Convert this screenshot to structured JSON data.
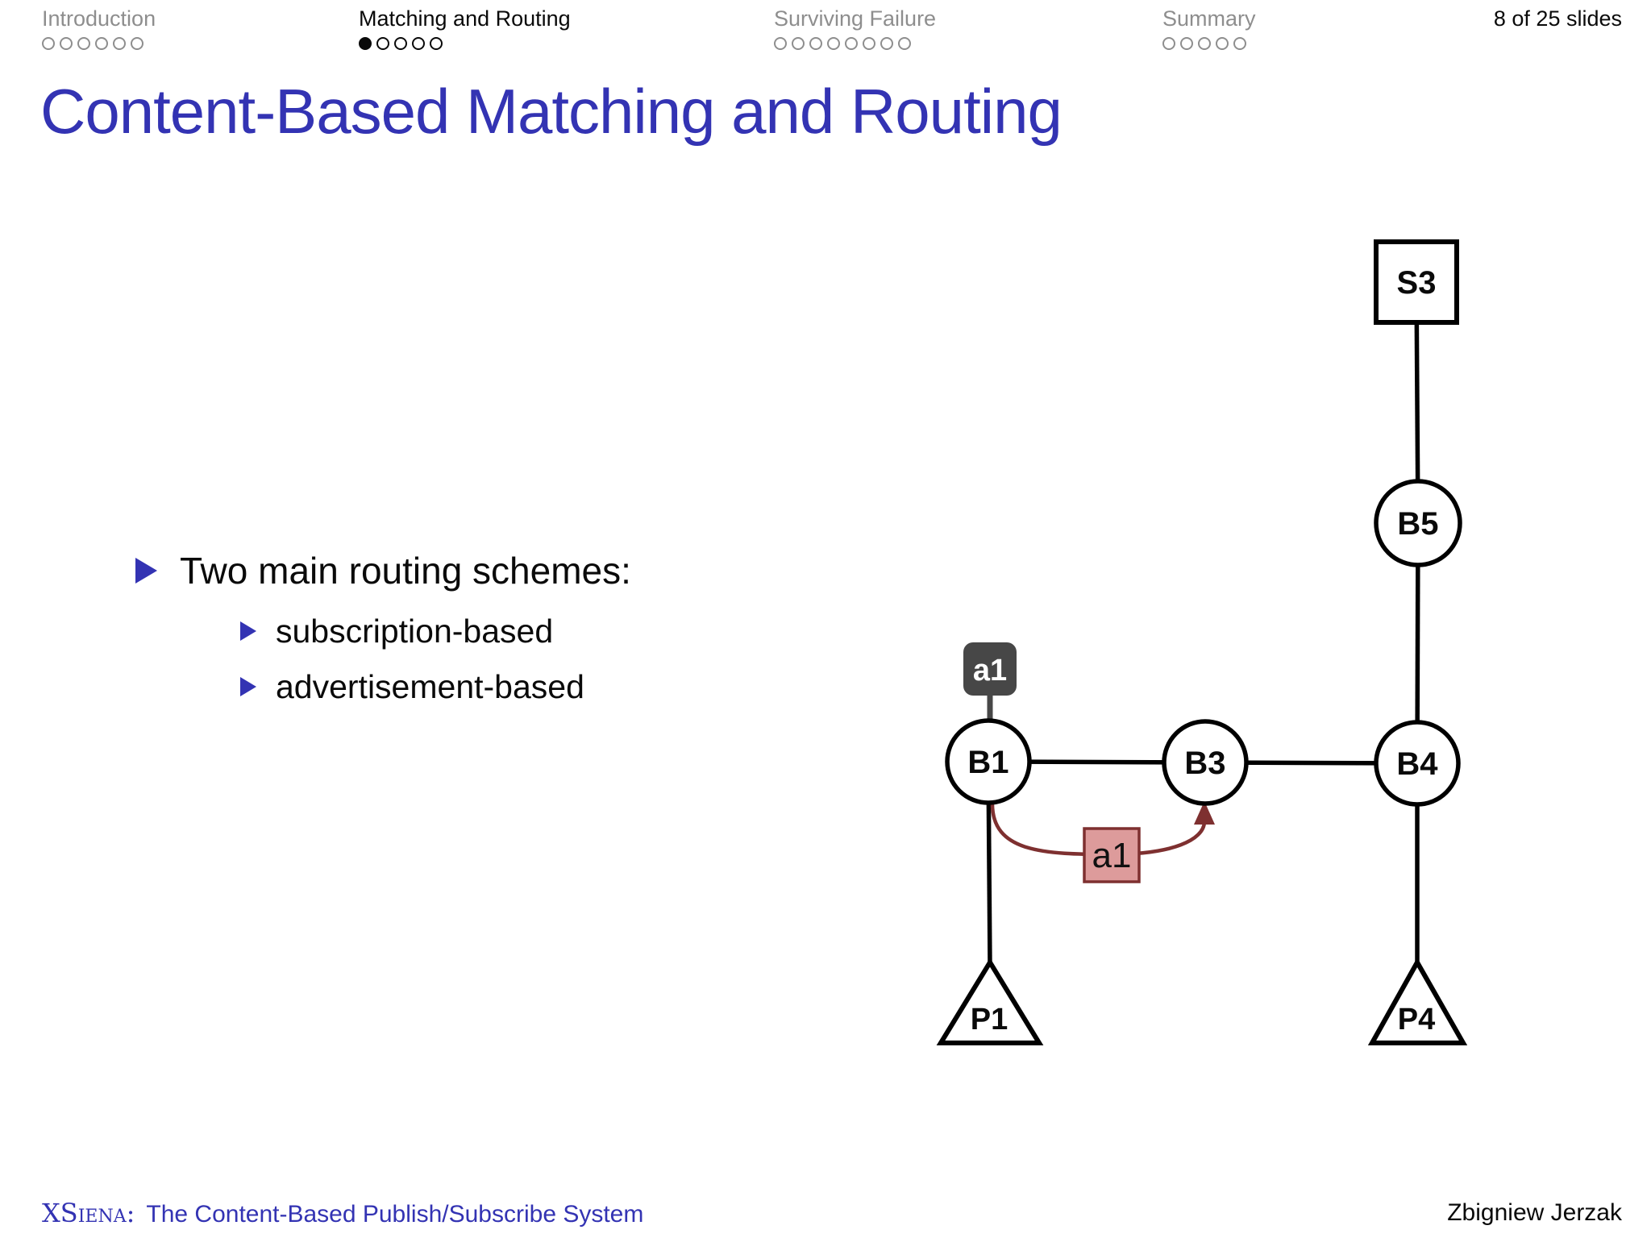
{
  "header": {
    "sections": [
      {
        "label": "Introduction",
        "dots_total": 6,
        "dots_filled": 0,
        "active": false
      },
      {
        "label": "Matching and Routing",
        "dots_total": 5,
        "dots_filled": 1,
        "active": true
      },
      {
        "label": "Surviving Failure",
        "dots_total": 8,
        "dots_filled": 0,
        "active": false
      },
      {
        "label": "Summary",
        "dots_total": 5,
        "dots_filled": 0,
        "active": false
      }
    ],
    "slide_counter": "8 of 25 slides"
  },
  "title": "Content-Based Matching and Routing",
  "bullets": {
    "main": "Two main routing schemes:",
    "sub": [
      "subscription-based",
      "advertisement-based"
    ]
  },
  "diagram": {
    "nodes": {
      "s3": {
        "label": "S3",
        "shape": "square",
        "role": "subscriber"
      },
      "b5": {
        "label": "B5",
        "shape": "circle",
        "role": "broker"
      },
      "b1": {
        "label": "B1",
        "shape": "circle",
        "role": "broker"
      },
      "b3": {
        "label": "B3",
        "shape": "circle",
        "role": "broker"
      },
      "b4": {
        "label": "B4",
        "shape": "circle",
        "role": "broker"
      },
      "p1": {
        "label": "P1",
        "shape": "triangle",
        "role": "publisher"
      },
      "p4": {
        "label": "P4",
        "shape": "triangle",
        "role": "publisher"
      },
      "a1_advertisement": {
        "label": "a1",
        "shape": "dark-rounded-square"
      },
      "a1_message": {
        "label": "a1",
        "shape": "pink-square"
      }
    },
    "edges": [
      [
        "S3",
        "B5"
      ],
      [
        "B5",
        "B4"
      ],
      [
        "B1",
        "B3"
      ],
      [
        "B3",
        "B4"
      ],
      [
        "B1",
        "P1"
      ],
      [
        "B4",
        "P4"
      ]
    ],
    "arrow": {
      "from": "B1",
      "to": "B3",
      "via": "a1_message",
      "direction": "curved-up-into-B3"
    },
    "colors": {
      "edge": "#000000",
      "advertisement_box": "#474747",
      "message_fill": "#dd9b9b",
      "message_stroke": "#7e3030",
      "arrow": "#7e3030"
    }
  },
  "footer": {
    "left_brand": "XSiena:",
    "left_rest": "The Content-Based Publish/Subscribe System",
    "right": "Zbigniew Jerzak"
  },
  "colors": {
    "accent": "#3333b3",
    "inactive_gray": "#8e8e8e",
    "text": "#0a0a0a"
  }
}
